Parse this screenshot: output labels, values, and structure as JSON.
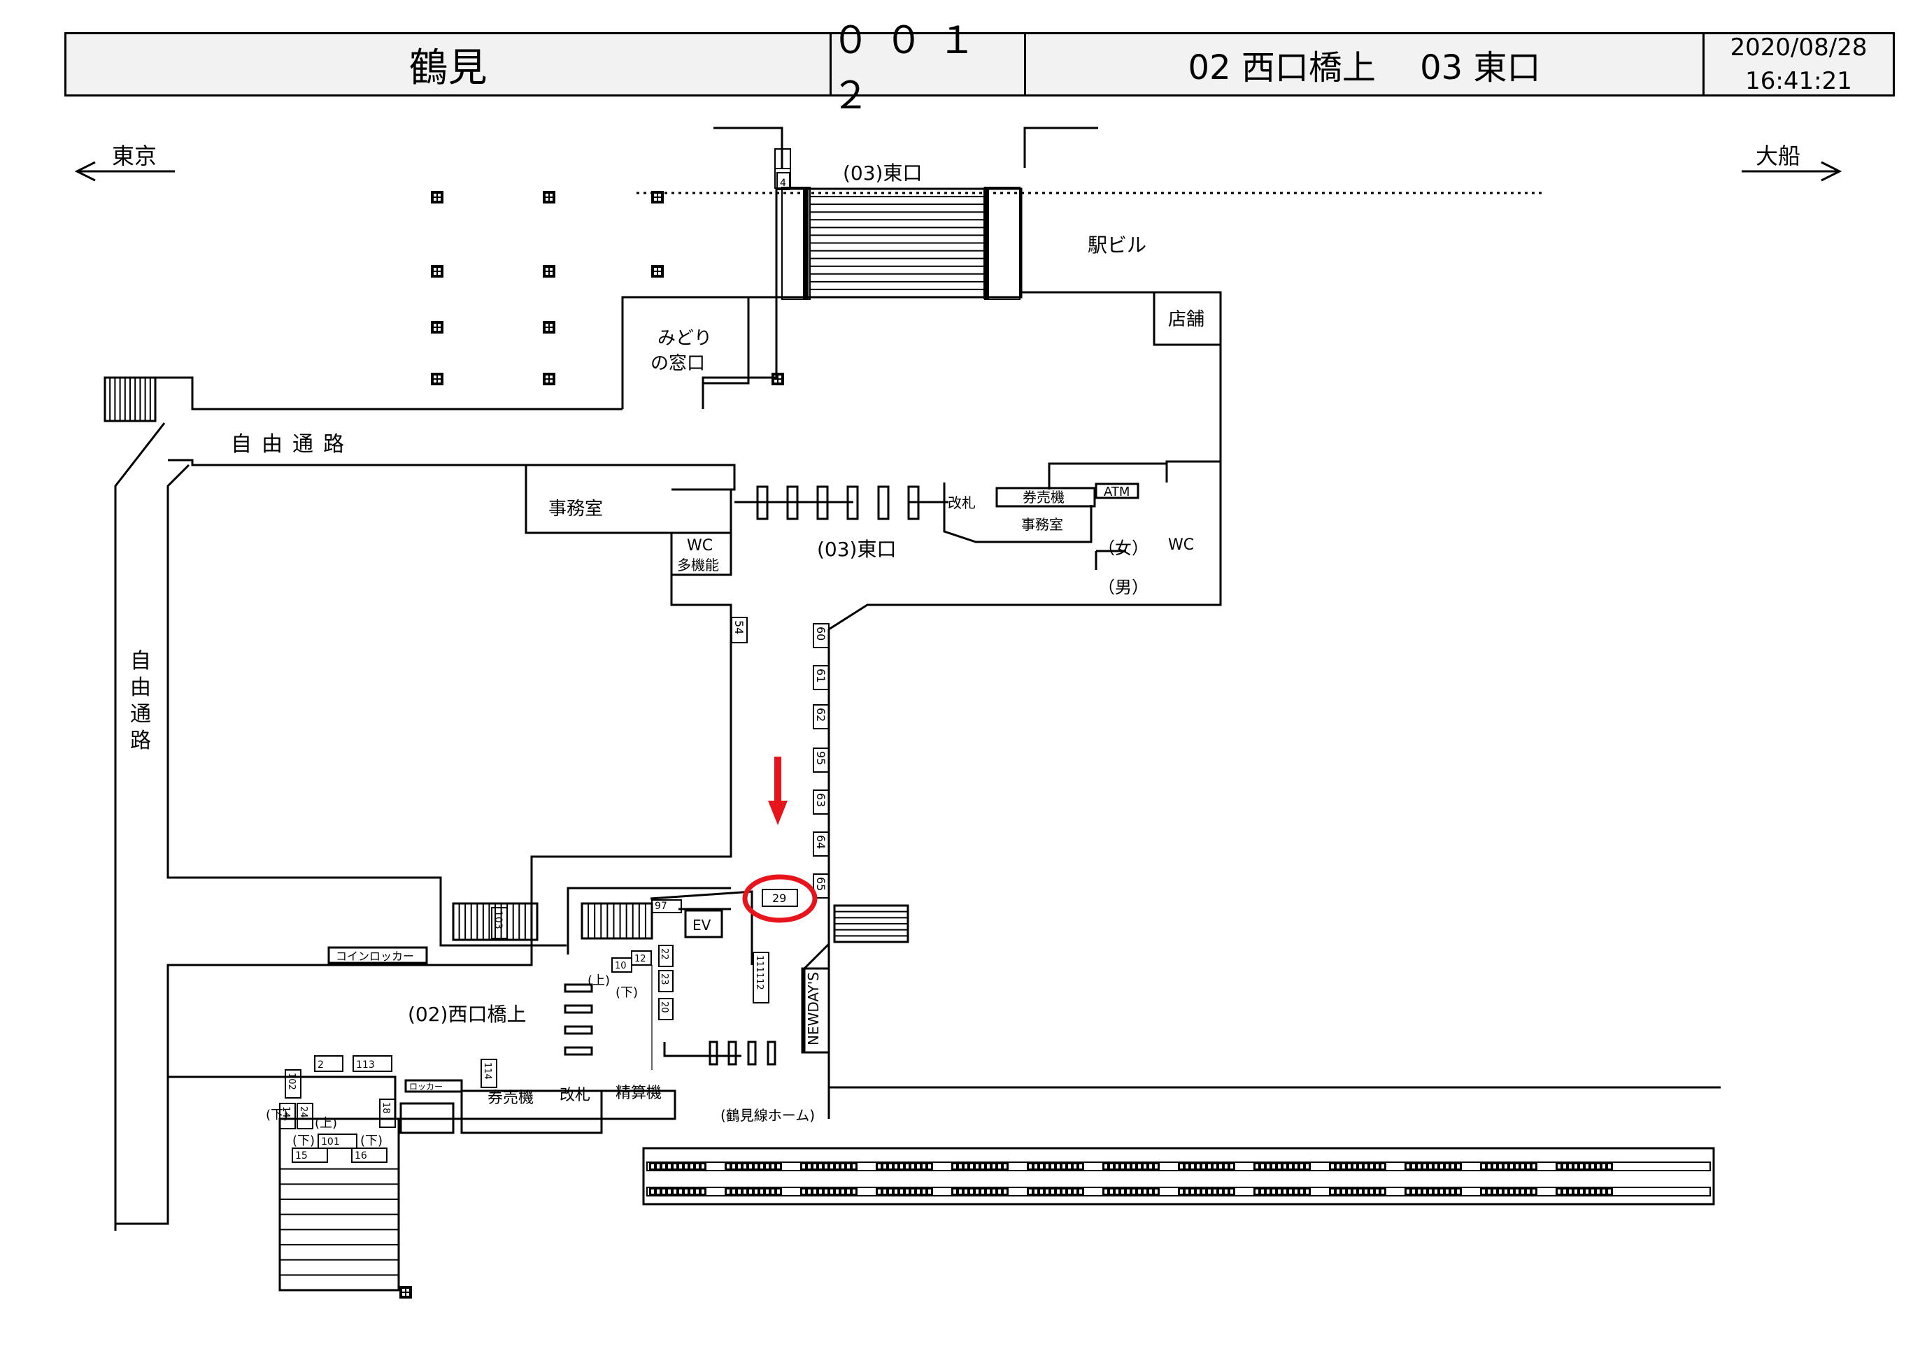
{
  "header": {
    "station": "鶴見",
    "code": "００１２",
    "exits": "02 西口橋上　 03 東口",
    "date": "2020/08/28",
    "time": "16:41:21"
  },
  "directions": {
    "left": "東京",
    "right": "大船"
  },
  "areas": {
    "east_exit_top": "(03)東口",
    "station_building": "駅ビル",
    "shop": "店舗",
    "midori_1": "みどり",
    "midori_2": "の窓口",
    "free_passage_h": "自由通路",
    "free_passage_v": [
      "自",
      "由",
      "通",
      "路"
    ],
    "office_1": "事務室",
    "wc_multi_1": "WC",
    "wc_multi_2": "多機能",
    "east_exit_mid": "(03)東口",
    "gate_east": "改札",
    "tickets_east": "券売機",
    "atm": "ATM",
    "office_2": "事務室",
    "women": "（女）",
    "men": "（男）",
    "wc_east": "WC",
    "west_exit": "(02)西口橋上",
    "coin_locker": "コインロッカー",
    "locker": "ロッカー",
    "ev": "EV",
    "tickets_west": "券売機",
    "gate_west": "改札",
    "fare_adjust": "精算機",
    "newdays": "NEWDAY'S",
    "tsurumi_line": "(鶴見線ホーム)",
    "up": "(上)",
    "down": "(下)"
  },
  "target_number": "29",
  "numbers": {
    "n4": "4",
    "n54": "54",
    "n60": "60",
    "n61": "61",
    "n62": "62",
    "n95": "95",
    "n63": "63",
    "n64": "64",
    "n65": "65",
    "n97": "97",
    "n103": "103",
    "n10": "10",
    "n12": "12",
    "n22": "22",
    "n23": "23",
    "n20": "20",
    "n11112": "111112",
    "n2": "2",
    "n113": "113",
    "n114": "114",
    "n102": "102",
    "n14": "14",
    "n24": "24",
    "n101": "101",
    "n15": "15",
    "n16": "16",
    "n18": "18"
  },
  "colors": {
    "marker": "#e8141c",
    "header_bg": "#f2f2f2",
    "line": "#000000"
  }
}
